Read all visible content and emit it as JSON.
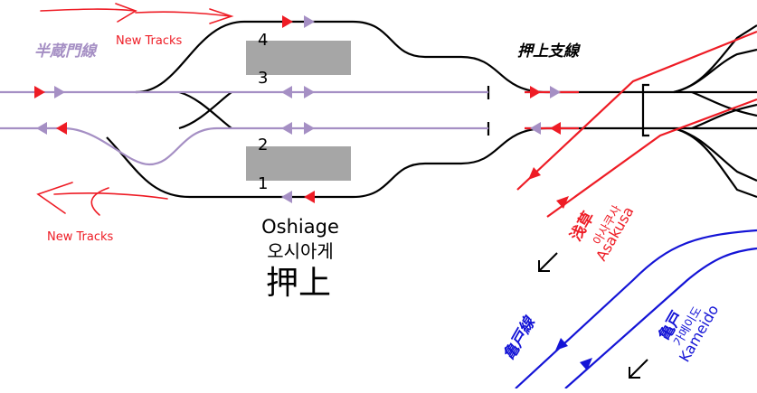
{
  "labels": {
    "hanzomon_line": "半蔵門線",
    "new_tracks_top": "New Tracks",
    "new_tracks_bottom": "New Tracks",
    "oshiage_branch": "押上支線",
    "station_en": "Oshiage",
    "station_ko": "오시아게",
    "station_ja": "押上",
    "track_4": "4",
    "track_3": "3",
    "track_2": "2",
    "track_1": "1",
    "asakusa_ja": "浅草",
    "asakusa_ko": "아사쿠사",
    "asakusa_en": "Asakusa",
    "kameido_line": "亀戸線",
    "kameido_ja": "亀戸",
    "kameido_ko": "가메이도",
    "kameido_en": "Kameido"
  },
  "colors": {
    "hanzomon": "#a58fc4",
    "asakusa": "#ee1c25",
    "kameido": "#1414d6",
    "track": "#000000",
    "platform": "#a6a6a6",
    "annotation": "#ee1c25"
  },
  "icons": [
    "arrow-southwest-icon",
    "arrow-southwest-icon"
  ]
}
